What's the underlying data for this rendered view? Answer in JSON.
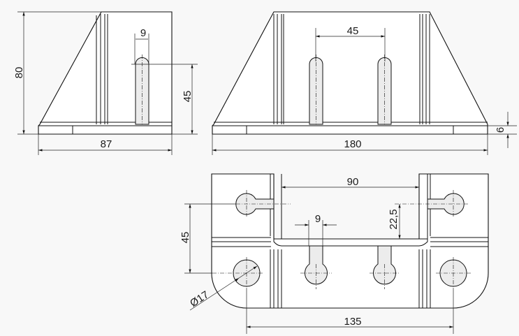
{
  "side_view": {
    "height": "80",
    "width": "87",
    "slot_width": "9",
    "slot_height": "45"
  },
  "front_view": {
    "slot_spacing": "45",
    "width": "180",
    "base_thickness": "6"
  },
  "top_view": {
    "channel_width": "90",
    "row_spacing": "45",
    "slot_width": "9",
    "offset": "22,5",
    "hole_diameter": "Ø17",
    "hole_spacing": "135"
  }
}
